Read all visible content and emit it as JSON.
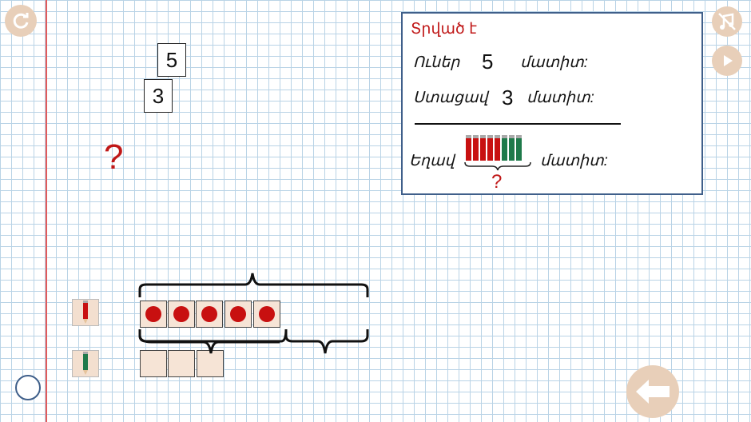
{
  "cards": {
    "top": "5",
    "bottom": "3"
  },
  "unknown_mark": "?",
  "given": {
    "title": "Տրված է",
    "line1": {
      "label": "Ուներ",
      "value": "5",
      "unit": "մատիտ:"
    },
    "line2": {
      "label": "Ստացավ",
      "value": "3",
      "unit": "մատիտ:"
    },
    "line3": {
      "label": "Եղավ",
      "unit": "մատիտ:",
      "question": "?"
    }
  },
  "pencils": {
    "red_count": 5,
    "green_count": 3
  },
  "rows": {
    "red": {
      "filled_cells": 5,
      "total_span_cells": 8
    },
    "green": {
      "cells": 3
    }
  },
  "colors": {
    "accent_red": "#c01818",
    "panel_border": "#3f5f8a",
    "button_bg": "#e8cfb9",
    "grid_line": "#b9d3e6",
    "margin_line": "#e25a5a"
  },
  "icons": {
    "refresh": "refresh-icon",
    "music_off": "music-off-icon",
    "play": "play-icon",
    "back_arrow": "back-arrow-icon"
  }
}
